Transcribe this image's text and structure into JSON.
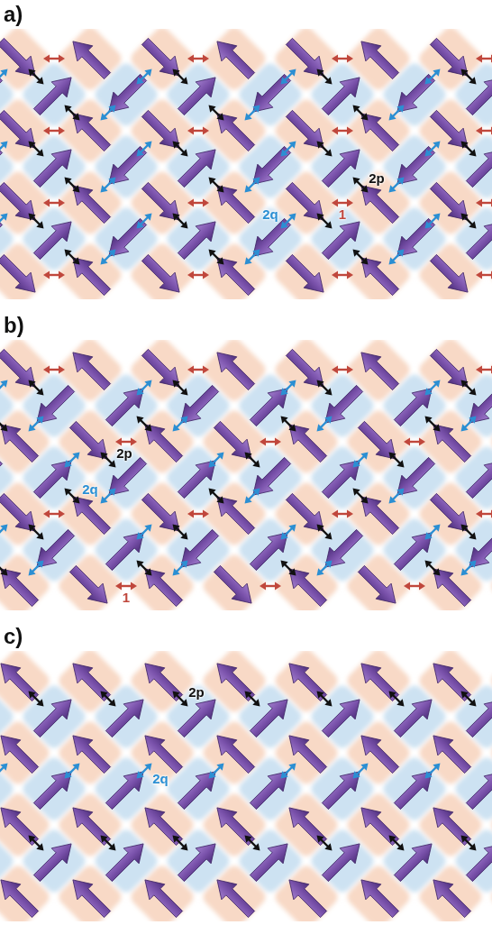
{
  "diagram": {
    "labels": [
      "a)",
      "2q",
      "2p",
      "1",
      "b)",
      "2q",
      "2p",
      "1",
      "c)",
      "2p",
      "2q"
    ]
  }
}
